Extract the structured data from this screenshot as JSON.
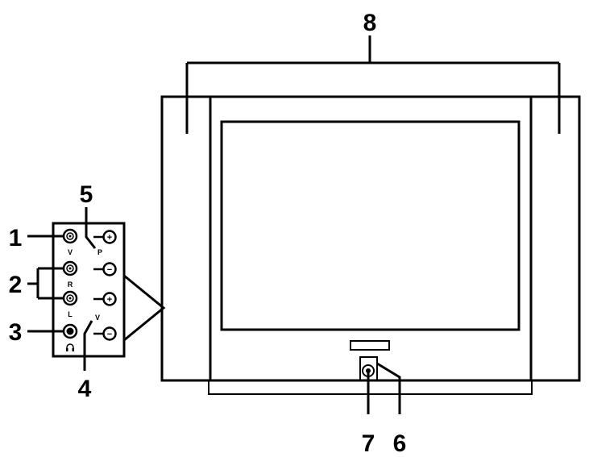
{
  "callouts": {
    "c1": "1",
    "c2": "2",
    "c3": "3",
    "c4": "4",
    "c5": "5",
    "c6": "6",
    "c7": "7",
    "c8": "8"
  },
  "panel_labels": {
    "video": "V",
    "audio_right": "R",
    "audio_left": "L",
    "headphone_icon": "headphones-icon",
    "program": "P",
    "volume": "V"
  },
  "button_symbols": {
    "plus": "+",
    "minus": "−"
  }
}
